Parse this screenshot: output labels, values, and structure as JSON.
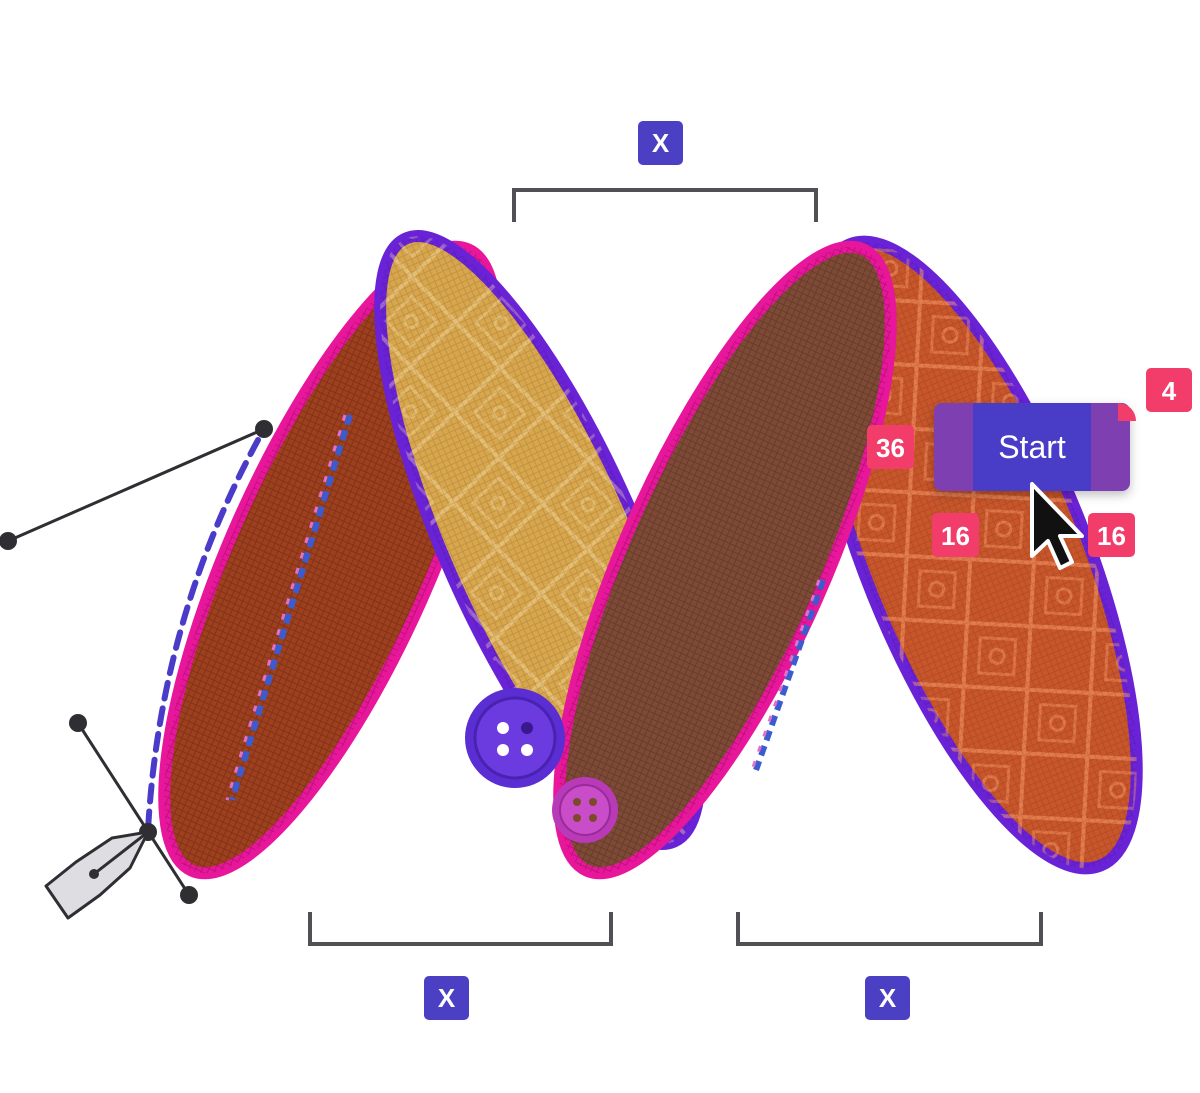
{
  "dimension_labels": {
    "top": "X",
    "bottom_left": "X",
    "bottom_right": "X"
  },
  "button": {
    "label": "Start"
  },
  "spacing_values": {
    "left_padding": "36",
    "corner_radius": "4",
    "bottom_left": "16",
    "bottom_right": "16"
  },
  "colors": {
    "badge_blue": "#4B3FC4",
    "badge_red": "#F23D6B",
    "button_blue": "#4A3CC8",
    "button_side": "#7E3FB0",
    "border_magenta": "#E8169A",
    "border_purple": "#6A22D6",
    "fabric_rust": "#9E3F1E",
    "fabric_tan": "#D8A64C",
    "fabric_brown": "#7E4A36",
    "fabric_orange": "#C9562B",
    "bracket_gray": "#505055",
    "pen_dashed": "#4A3CC8"
  },
  "icons": {
    "cursor": "arrow-cursor-icon",
    "pen_tool": "pen-tool-icon",
    "button_large": "button-icon",
    "button_small": "button-icon"
  }
}
